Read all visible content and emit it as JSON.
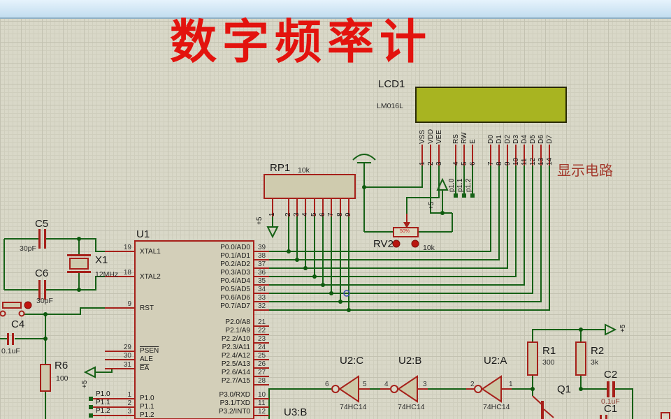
{
  "title": "数字频率计",
  "annotation": "显示电路",
  "power": {
    "plus5": "+5"
  },
  "lcd": {
    "ref": "LCD1",
    "part": "LM016L",
    "pin_groups": [
      [
        {
          "num": "1",
          "name": "VSS"
        },
        {
          "num": "2",
          "name": "VDD"
        },
        {
          "num": "3",
          "name": "VEE"
        }
      ],
      [
        {
          "num": "4",
          "name": "RS"
        },
        {
          "num": "5",
          "name": "RW"
        },
        {
          "num": "6",
          "name": "E"
        }
      ],
      [
        {
          "num": "7",
          "name": "D0"
        },
        {
          "num": "8",
          "name": "D1"
        },
        {
          "num": "9",
          "name": "D2"
        },
        {
          "num": "10",
          "name": "D3"
        },
        {
          "num": "11",
          "name": "D4"
        },
        {
          "num": "12",
          "name": "D5"
        },
        {
          "num": "13",
          "name": "D6"
        },
        {
          "num": "14",
          "name": "D7"
        }
      ]
    ],
    "net_labels": [
      "p1.0",
      "p1.1",
      "p1.2"
    ]
  },
  "rp1": {
    "ref": "RP1",
    "value": "10k",
    "pins": [
      "1",
      "2",
      "3",
      "4",
      "5",
      "6",
      "7",
      "8",
      "9"
    ]
  },
  "rv2": {
    "ref": "RV2",
    "value": "10k",
    "wiper": "50%"
  },
  "u1": {
    "ref": "U1",
    "left_pins": [
      {
        "num": "19",
        "name": "XTAL1"
      },
      {
        "num": "18",
        "name": "XTAL2"
      },
      {
        "num": "9",
        "name": "RST"
      },
      {
        "num": "29",
        "name": "PSEN"
      },
      {
        "num": "30",
        "name": "ALE"
      },
      {
        "num": "31",
        "name": "EA"
      },
      {
        "num": "1",
        "name": "P1.0"
      },
      {
        "num": "2",
        "name": "P1.1"
      },
      {
        "num": "3",
        "name": "P1.2"
      }
    ],
    "p0_pins": [
      {
        "num": "39",
        "name": "P0.0/AD0"
      },
      {
        "num": "38",
        "name": "P0.1/AD1"
      },
      {
        "num": "37",
        "name": "P0.2/AD2"
      },
      {
        "num": "36",
        "name": "P0.3/AD3"
      },
      {
        "num": "35",
        "name": "P0.4/AD4"
      },
      {
        "num": "34",
        "name": "P0.5/AD5"
      },
      {
        "num": "33",
        "name": "P0.6/AD6"
      },
      {
        "num": "32",
        "name": "P0.7/AD7"
      }
    ],
    "p2_pins": [
      {
        "num": "21",
        "name": "P2.0/A8"
      },
      {
        "num": "22",
        "name": "P2.1/A9"
      },
      {
        "num": "23",
        "name": "P2.2/A10"
      },
      {
        "num": "24",
        "name": "P2.3/A11"
      },
      {
        "num": "25",
        "name": "P2.4/A12"
      },
      {
        "num": "26",
        "name": "P2.5/A13"
      },
      {
        "num": "27",
        "name": "P2.6/A14"
      },
      {
        "num": "28",
        "name": "P2.7/A15"
      }
    ],
    "p3_pins": [
      {
        "num": "10",
        "name": "P3.0/RXD"
      },
      {
        "num": "11",
        "name": "P3.1/TXD"
      },
      {
        "num": "12",
        "name": "P3.2/INT0"
      }
    ],
    "net_labels": [
      "P1.0",
      "P1.1",
      "P1.2"
    ]
  },
  "crystal": {
    "c5": {
      "ref": "C5",
      "value": "30pF"
    },
    "c6": {
      "ref": "C6",
      "value": "30pF"
    },
    "x1": {
      "ref": "X1",
      "value": "12MHz"
    }
  },
  "reset": {
    "c4": {
      "ref": "C4",
      "value": "0.1uF"
    },
    "r6": {
      "ref": "R6",
      "value": "100"
    }
  },
  "gates": [
    {
      "ref": "U2:C",
      "part": "74HC14",
      "out": "6",
      "in": "5"
    },
    {
      "ref": "U2:B",
      "part": "74HC14",
      "out": "4",
      "in": "3"
    },
    {
      "ref": "U2:A",
      "part": "74HC14",
      "out": "2",
      "in": "1"
    }
  ],
  "u3b": "U3:B",
  "right": {
    "r1": {
      "ref": "R1",
      "value": "300"
    },
    "r2": {
      "ref": "R2",
      "value": "3k"
    },
    "c2": {
      "ref": "C2",
      "value": "0.1uF"
    },
    "c1": {
      "ref": "C1"
    },
    "q1": {
      "ref": "Q1"
    }
  },
  "colors": {
    "wire_green": "#166116",
    "component_red": "#a6201a",
    "lcd_fill": "#a8b421",
    "title_red": "#e3130e",
    "annotation_red": "#a33b2e"
  }
}
